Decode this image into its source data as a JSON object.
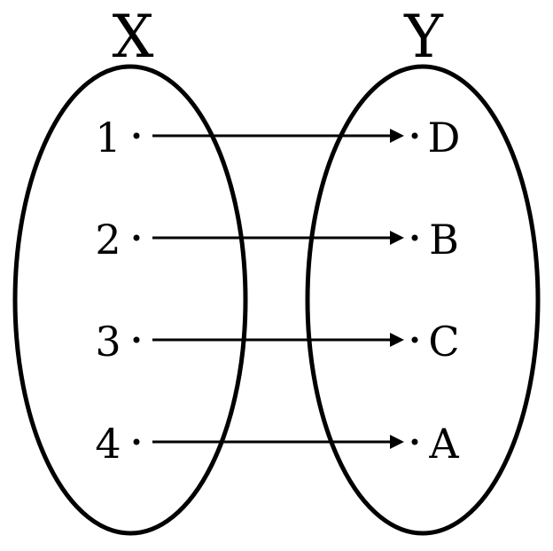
{
  "sets": {
    "domain": {
      "label": "X",
      "elements": [
        "1",
        "2",
        "3",
        "4"
      ]
    },
    "codomain": {
      "label": "Y",
      "elements": [
        "D",
        "B",
        "C",
        "A"
      ]
    }
  },
  "mapping": [
    {
      "from": "1",
      "to": "D"
    },
    {
      "from": "2",
      "to": "B"
    },
    {
      "from": "3",
      "to": "C"
    },
    {
      "from": "4",
      "to": "A"
    }
  ],
  "colors": {
    "ink": "#000000",
    "background": "#ffffff"
  }
}
